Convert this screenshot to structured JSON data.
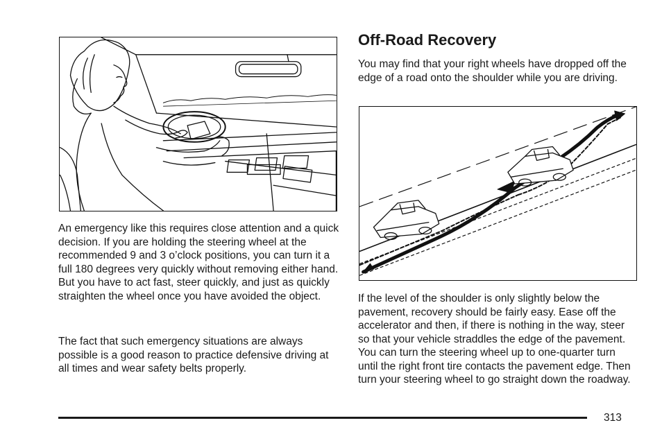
{
  "left_column": {
    "paragraphs": [
      "An emergency like this requires close attention and a quick decision. If you are holding the steering wheel at the recommended 9 and 3 o’clock positions, you can turn it a full 180 degrees very quickly without removing either hand. But you have to act fast, steer quickly, and just as quickly straighten the wheel once you have avoided the object.",
      "The fact that such emergency situations are always possible is a good reason to practice defensive driving at all times and wear safety belts properly."
    ]
  },
  "right_column": {
    "heading": "Off-Road Recovery",
    "intro": "You may find that your right wheels have dropped off the edge of a road onto the shoulder while you are driving.",
    "body": "If the level of the shoulder is only slightly below the pavement, recovery should be fairly easy. Ease off the accelerator and then, if there is nothing in the way, steer so that your vehicle straddles the edge of the pavement. You can turn the steering wheel up to one-quarter turn until the right front tire contacts the pavement edge. Then turn your steering wheel to go straight down the roadway."
  },
  "footer": {
    "page_number": "313"
  }
}
